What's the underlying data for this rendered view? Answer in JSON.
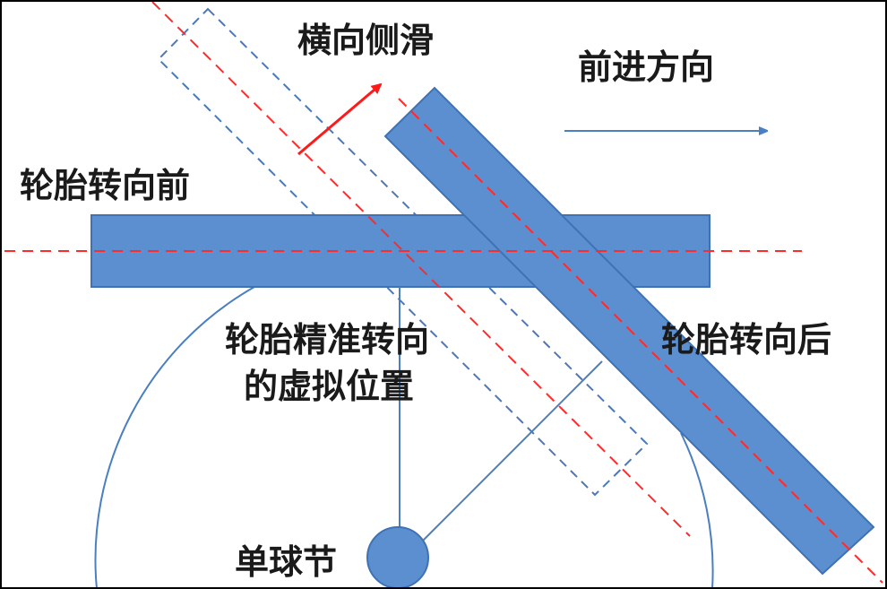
{
  "labels": {
    "lateral_slip": "横向侧滑",
    "forward_direction": "前进方向",
    "tire_before_steer": "轮胎转向前",
    "tire_after_steer": "轮胎转向后",
    "virtual_position_line1": "轮胎精准转向",
    "virtual_position_line2": "的虚拟位置",
    "ball_joint": "单球节"
  },
  "colors": {
    "tire_fill": "#5b8fcf",
    "tire_stroke": "#3f72b5",
    "red_dash": "#ff2a2a",
    "blue_dash": "#4a78b8",
    "line_blue": "#4a7fc1",
    "arrow_red": "#ff1a1a",
    "text": "#1a1a1a",
    "frame": "#000000"
  }
}
